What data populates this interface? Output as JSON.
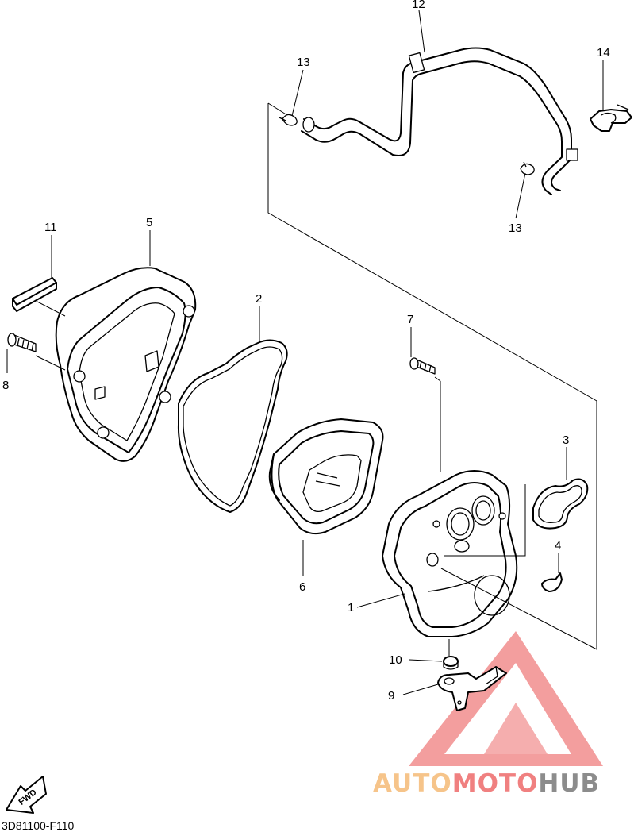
{
  "diagram": {
    "callouts": [
      {
        "id": "1",
        "label": "1"
      },
      {
        "id": "2",
        "label": "2"
      },
      {
        "id": "3",
        "label": "3"
      },
      {
        "id": "4",
        "label": "4"
      },
      {
        "id": "5",
        "label": "5"
      },
      {
        "id": "6",
        "label": "6"
      },
      {
        "id": "7",
        "label": "7"
      },
      {
        "id": "8",
        "label": "8"
      },
      {
        "id": "9",
        "label": "9"
      },
      {
        "id": "10",
        "label": "10"
      },
      {
        "id": "11",
        "label": "11"
      },
      {
        "id": "12",
        "label": "12"
      },
      {
        "id": "13a",
        "label": "13"
      },
      {
        "id": "13b",
        "label": "13"
      },
      {
        "id": "14",
        "label": "14"
      }
    ],
    "fwd_label": "FWD",
    "diagram_code": "3D81100-F110"
  },
  "watermark": {
    "part1": "AUTO",
    "part2": "MOTO",
    "part3": "HUB",
    "color_orange": "#f6c48a",
    "color_red": "#f08080",
    "color_gray": "#8c8c8c"
  }
}
